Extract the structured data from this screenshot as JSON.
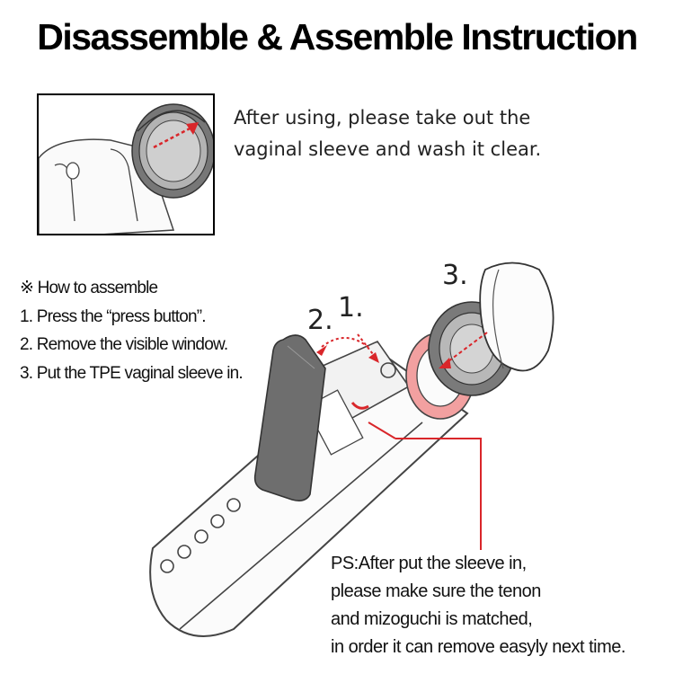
{
  "title": "Disassemble & Assemble Instruction",
  "inset_caption": {
    "line1": "After using, please take out the",
    "line2": "vaginal sleeve and wash it clear."
  },
  "assemble": {
    "heading": "※ How to assemble",
    "steps": [
      "1. Press the  “press button”.",
      "2. Remove the visible window.",
      "3. Put the TPE vaginal sleeve in."
    ]
  },
  "callouts": {
    "n1": "1.",
    "n2": "2.",
    "n3": "3."
  },
  "note": {
    "lines": [
      "PS:After put the sleeve in,",
      "please make sure the tenon",
      "and mizoguchi is matched,",
      "in order it can remove easyly next time."
    ]
  },
  "colors": {
    "accent": "#d9262a",
    "highlight": "#f2a0a0",
    "outline": "#333333",
    "cap": "#8a8a8a"
  }
}
